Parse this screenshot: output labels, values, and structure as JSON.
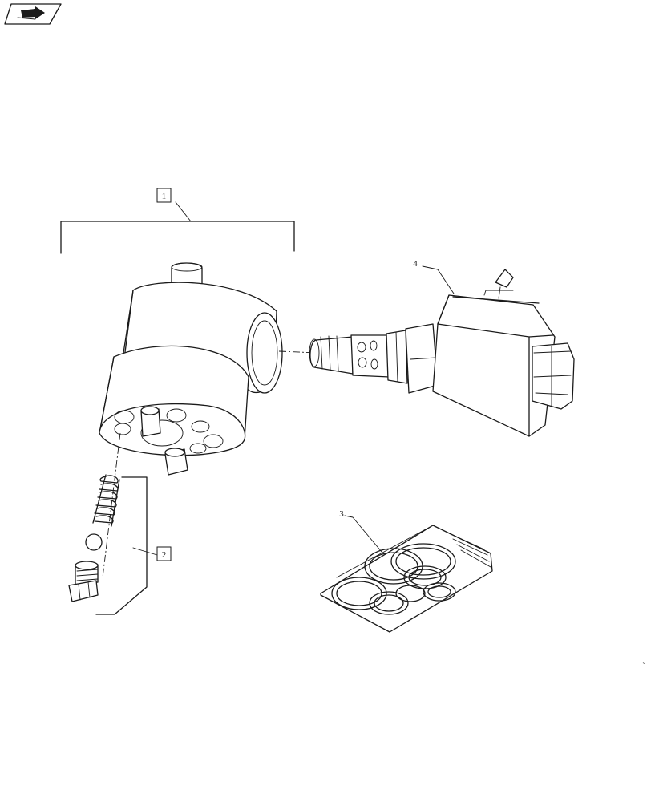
{
  "callouts": [
    {
      "id": "callout-1",
      "label": "1"
    },
    {
      "id": "callout-2",
      "label": "2"
    },
    {
      "id": "callout-3",
      "label": "3"
    },
    {
      "id": "callout-4",
      "label": "4"
    }
  ],
  "corner_mark": "`",
  "icons": {
    "corner_icon": "book-arrow-icon"
  }
}
